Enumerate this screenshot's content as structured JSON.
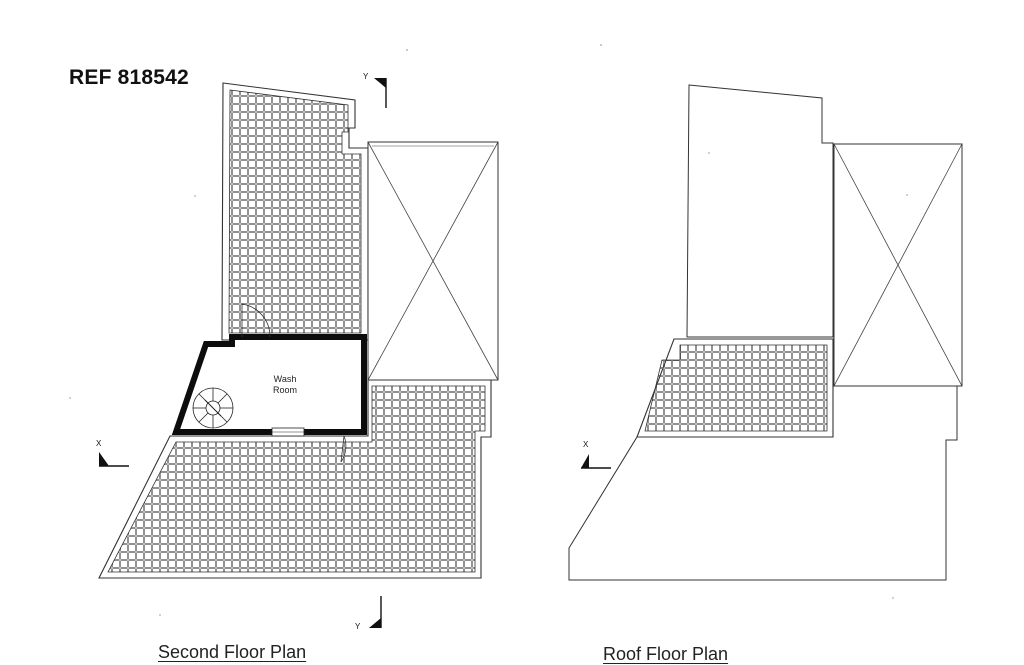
{
  "reference": "REF 818542",
  "plans": [
    {
      "title": "Second Floor Plan"
    },
    {
      "title": "Roof Floor Plan"
    }
  ],
  "room": {
    "line1": "Wash",
    "line2": "Room"
  },
  "markers": {
    "x": "X",
    "y": "Y"
  }
}
